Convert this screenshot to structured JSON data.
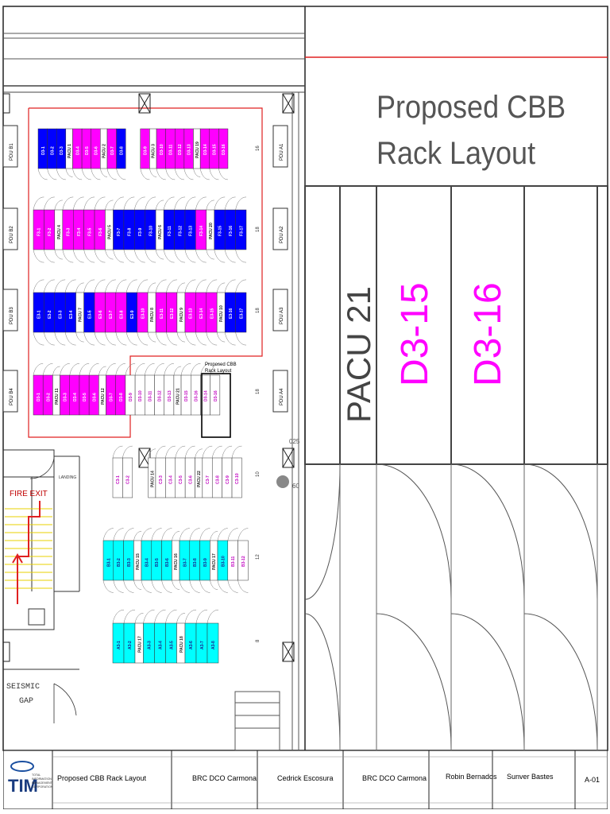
{
  "title": {
    "line1": "Proposed CBB",
    "line2": "Rack Layout"
  },
  "enlarged_view": {
    "pacu": "PACU 21",
    "racks": [
      "D3-15",
      "D3-16"
    ]
  },
  "callout": {
    "line1": "Proposed CBB",
    "line2": "Rack Layout"
  },
  "labels": {
    "fire_exit": "FIRE EXIT",
    "seismic_gap": [
      "SEISMIC",
      "GAP"
    ],
    "landing": "LANDING"
  },
  "pdu_left": [
    "PDU B1",
    "PDU B2",
    "PDU B3",
    "PDU B4"
  ],
  "pdu_right": [
    "PDU A1",
    "PDU A2",
    "PDU A3",
    "PDU A4"
  ],
  "row_counts": [
    "16",
    "18",
    "18",
    "18",
    "10",
    "12",
    "8"
  ],
  "side_markers": [
    "025",
    "60"
  ],
  "rows": [
    {
      "name": "row-1",
      "units": [
        {
          "t": "D3-1",
          "c": "blue"
        },
        {
          "t": "D3-2",
          "c": "blue"
        },
        {
          "t": "D3-3",
          "c": "blue"
        },
        {
          "t": "PACU 1",
          "c": "pacu"
        },
        {
          "t": "D3-4",
          "c": "pink"
        },
        {
          "t": "D3-5",
          "c": "pink"
        },
        {
          "t": "D3-6",
          "c": "pink"
        },
        {
          "t": "PACU 2",
          "c": "pacu"
        },
        {
          "t": "D3-7",
          "c": "pink"
        },
        {
          "t": "D3-8",
          "c": "blue"
        },
        {
          "t": "gap",
          "c": "gap"
        },
        {
          "t": "D3-9",
          "c": "pink"
        },
        {
          "t": "PACU 3",
          "c": "pacu"
        },
        {
          "t": "D3-10",
          "c": "pink"
        },
        {
          "t": "D3-11",
          "c": "pink"
        },
        {
          "t": "D3-12",
          "c": "pink"
        },
        {
          "t": "D3-13",
          "c": "pink"
        },
        {
          "t": "PACU 19",
          "c": "pacu"
        },
        {
          "t": "D3-14",
          "c": "pink"
        },
        {
          "t": "D3-15",
          "c": "pink"
        },
        {
          "t": "D3-16",
          "c": "pink"
        }
      ]
    },
    {
      "name": "row-2",
      "units": [
        {
          "t": "F3-1",
          "c": "pink"
        },
        {
          "t": "F3-2",
          "c": "pink"
        },
        {
          "t": "PACU 4",
          "c": "pacu"
        },
        {
          "t": "F3-3",
          "c": "pink"
        },
        {
          "t": "F3-4",
          "c": "pink"
        },
        {
          "t": "F3-5",
          "c": "pink"
        },
        {
          "t": "F3-6",
          "c": "pink"
        },
        {
          "t": "PACU 5",
          "c": "pacu"
        },
        {
          "t": "F3-7",
          "c": "blue"
        },
        {
          "t": "F3-8",
          "c": "blue"
        },
        {
          "t": "F3-9",
          "c": "blue"
        },
        {
          "t": "F3-10",
          "c": "blue"
        },
        {
          "t": "PACU 6",
          "c": "pacu"
        },
        {
          "t": "F3-11",
          "c": "blue"
        },
        {
          "t": "F3-12",
          "c": "blue"
        },
        {
          "t": "F3-13",
          "c": "blue"
        },
        {
          "t": "F3-14",
          "c": "pink"
        },
        {
          "t": "PACU 20",
          "c": "pacu"
        },
        {
          "t": "F3-15",
          "c": "blue"
        },
        {
          "t": "F3-16",
          "c": "blue"
        },
        {
          "t": "F3-17",
          "c": "blue"
        }
      ]
    },
    {
      "name": "row-3",
      "units": [
        {
          "t": "E3-1",
          "c": "blue"
        },
        {
          "t": "E3-2",
          "c": "blue"
        },
        {
          "t": "E3-3",
          "c": "blue"
        },
        {
          "t": "E3-4",
          "c": "blue"
        },
        {
          "t": "PACU 7",
          "c": "pacu"
        },
        {
          "t": "E3-5",
          "c": "blue"
        },
        {
          "t": "E3-6",
          "c": "pink"
        },
        {
          "t": "E3-7",
          "c": "pink"
        },
        {
          "t": "E3-8",
          "c": "pink"
        },
        {
          "t": "E3-9",
          "c": "blue"
        },
        {
          "t": "E3-10",
          "c": "pink"
        },
        {
          "t": "PACU 8",
          "c": "pacu"
        },
        {
          "t": "E3-11",
          "c": "pink"
        },
        {
          "t": "E3-12",
          "c": "pink"
        },
        {
          "t": "PACU 9",
          "c": "pacu"
        },
        {
          "t": "E3-13",
          "c": "pink"
        },
        {
          "t": "E3-14",
          "c": "pink"
        },
        {
          "t": "E3-15",
          "c": "pink"
        },
        {
          "t": "PACU 10",
          "c": "pacu"
        },
        {
          "t": "E3-16",
          "c": "blue"
        },
        {
          "t": "E3-17",
          "c": "blue"
        }
      ]
    },
    {
      "name": "row-4",
      "units": [
        {
          "t": "D3-1",
          "c": "pink"
        },
        {
          "t": "D3-2",
          "c": "pink"
        },
        {
          "t": "PACU 11",
          "c": "pacu"
        },
        {
          "t": "D3-3",
          "c": "pink"
        },
        {
          "t": "D3-4",
          "c": "pink"
        },
        {
          "t": "D3-5",
          "c": "pink"
        },
        {
          "t": "D3-6",
          "c": "pink"
        },
        {
          "t": "PACU 12",
          "c": "pacu"
        },
        {
          "t": "D3-7",
          "c": "pink"
        },
        {
          "t": "D3-8",
          "c": "pink"
        },
        {
          "t": "D3-9",
          "c": "white"
        },
        {
          "t": "D3-10",
          "c": "white"
        },
        {
          "t": "D3-11",
          "c": "white"
        },
        {
          "t": "D3-12",
          "c": "white"
        },
        {
          "t": "D3-13",
          "c": "white"
        },
        {
          "t": "PACU 21",
          "c": "pacu"
        },
        {
          "t": "D3-15",
          "c": "white"
        },
        {
          "t": "D3-16",
          "c": "white"
        },
        {
          "t": "D3-14",
          "c": "white"
        },
        {
          "t": "D3-16",
          "c": "white"
        }
      ]
    },
    {
      "name": "row-5",
      "units": [
        {
          "t": "C3-1",
          "c": "white"
        },
        {
          "t": "C3-2",
          "c": "white"
        },
        {
          "t": "gap",
          "c": "gap"
        },
        {
          "t": "PACU 14",
          "c": "pacu"
        },
        {
          "t": "C3-3",
          "c": "white"
        },
        {
          "t": "C3-4",
          "c": "white"
        },
        {
          "t": "C3-5",
          "c": "white"
        },
        {
          "t": "C3-6",
          "c": "white"
        },
        {
          "t": "PACU 22",
          "c": "pacu"
        },
        {
          "t": "C3-7",
          "c": "white"
        },
        {
          "t": "C3-8",
          "c": "white"
        },
        {
          "t": "C3-9",
          "c": "white"
        },
        {
          "t": "C3-10",
          "c": "white"
        }
      ]
    },
    {
      "name": "row-6",
      "units": [
        {
          "t": "B3-1",
          "c": "cyan"
        },
        {
          "t": "B3-2",
          "c": "cyan"
        },
        {
          "t": "B3-3",
          "c": "cyan"
        },
        {
          "t": "PACU 15",
          "c": "pacu"
        },
        {
          "t": "B3-4",
          "c": "cyan"
        },
        {
          "t": "B3-5",
          "c": "cyan"
        },
        {
          "t": "B3-6",
          "c": "cyan"
        },
        {
          "t": "PACU 16",
          "c": "pacu"
        },
        {
          "t": "B3-7",
          "c": "cyan"
        },
        {
          "t": "B3-8",
          "c": "cyan"
        },
        {
          "t": "B3-9",
          "c": "cyan"
        },
        {
          "t": "PACU 17",
          "c": "pacu"
        },
        {
          "t": "B3-10",
          "c": "cyan"
        },
        {
          "t": "B3-11",
          "c": "white"
        },
        {
          "t": "B3-12",
          "c": "white"
        }
      ]
    },
    {
      "name": "row-7",
      "units": [
        {
          "t": "A3-1",
          "c": "cyan"
        },
        {
          "t": "A3-2",
          "c": "cyan"
        },
        {
          "t": "PACU 17",
          "c": "pacu"
        },
        {
          "t": "A3-3",
          "c": "cyan"
        },
        {
          "t": "A3-4",
          "c": "cyan"
        },
        {
          "t": "A3-5",
          "c": "cyan"
        },
        {
          "t": "PACU 18",
          "c": "pacu"
        },
        {
          "t": "A3-6",
          "c": "cyan"
        },
        {
          "t": "A3-7",
          "c": "cyan"
        },
        {
          "t": "A3-8",
          "c": "cyan"
        }
      ]
    }
  ],
  "title_block": {
    "project": "Proposed CBB Rack Layout",
    "location": "BRC DCO Carmona",
    "checked": "Cedrick Escosura",
    "client": "BRC DCO Carmona",
    "recommended": "Robin Bernados",
    "approved": "Sunver Bastes",
    "sheet": "A-01",
    "logo_text": "TIM",
    "company": [
      "TOTAL",
      "INFORMATION",
      "MANAGEMENT",
      "CORPORATION"
    ]
  },
  "colors": {
    "pink": "#ff00ff",
    "blue": "#0000ff",
    "cyan": "#00ffff",
    "red": "#e02020",
    "pacu": "#ffffff"
  }
}
